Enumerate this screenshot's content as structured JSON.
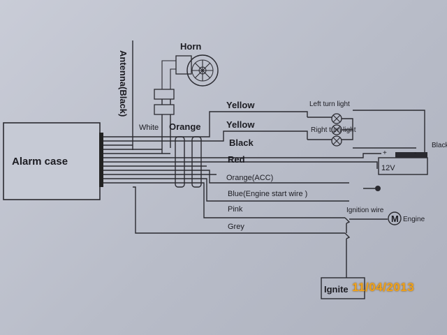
{
  "diagram": {
    "alarm_case": "Alarm case",
    "antenna": "Antenna(Black)",
    "horn": "Horn",
    "white": "White",
    "orange": "Orange",
    "wires": {
      "yellow1": "Yellow",
      "yellow2": "Yellow",
      "black": "Black",
      "red": "Red",
      "orange_acc": "Orange(ACC)",
      "blue": "Blue(Engine start wire )",
      "pink": "Pink",
      "grey": "Grey"
    },
    "left_turn": "Left turn light",
    "right_turn": "Right turn light",
    "battery_black": "Black",
    "battery_voltage": "12V",
    "ignition_wire": "Ignition wire",
    "motor_symbol": "M",
    "engine": "Engine",
    "ignite": "Ignite",
    "date_stamp": "11/04/2013"
  },
  "colors": {
    "paper": "#c4c8d3",
    "ink": "#2a2a30",
    "date_stamp": "#f0a21a"
  }
}
